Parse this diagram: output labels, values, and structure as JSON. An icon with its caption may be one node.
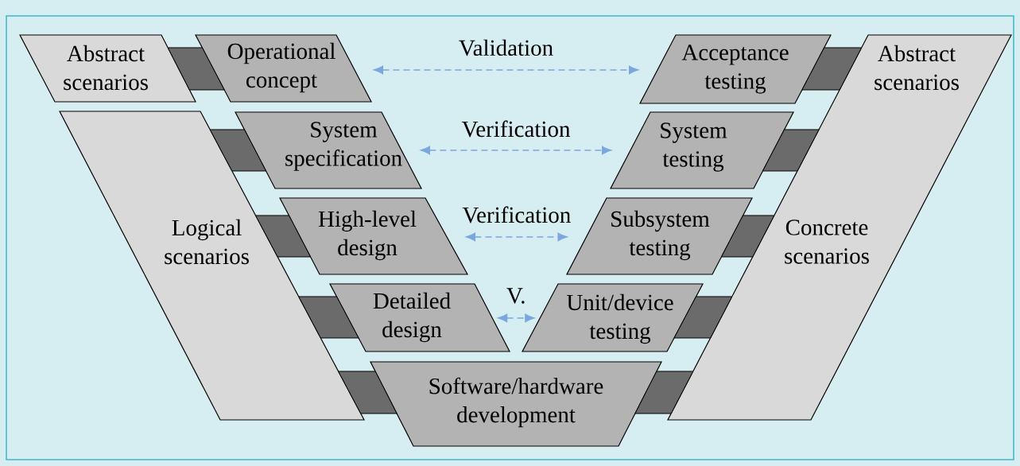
{
  "diagram": {
    "nodes": [
      {
        "text": [
          "Abstract scenarios"
        ]
      },
      {
        "text": [
          "Operational concept"
        ]
      },
      {
        "text": [
          "Acceptance testing"
        ]
      },
      {
        "text": [
          "Abstract scenarios",
          "Concrete scenarios"
        ]
      },
      {
        "text": [
          "Logical scenarios"
        ]
      },
      {
        "text": [
          "System specification"
        ]
      },
      {
        "text": [
          "System testing"
        ]
      },
      {
        "text": [
          "High-level design"
        ]
      },
      {
        "text": [
          "Subsystem testing"
        ]
      },
      {
        "text": [
          "Detailed design"
        ]
      },
      {
        "text": [
          "Unit/device testing"
        ]
      },
      {
        "text": [
          "Software/hardware development"
        ]
      }
    ],
    "edges": [
      {
        "from": 0,
        "to": 1,
        "arrow": "none"
      },
      {
        "from": 2,
        "to": 3,
        "arrow": "none"
      },
      {
        "from": 4,
        "to": 5,
        "arrow": "none"
      },
      {
        "from": 6,
        "to": 3,
        "arrow": "none"
      },
      {
        "from": 4,
        "to": 7,
        "arrow": "none"
      },
      {
        "from": 8,
        "to": 3,
        "arrow": "none"
      },
      {
        "from": 4,
        "to": 9,
        "arrow": "none"
      },
      {
        "from": 10,
        "to": 3,
        "arrow": "none"
      },
      {
        "from": 4,
        "to": 11,
        "arrow": "none"
      },
      {
        "from": 11,
        "to": 3,
        "arrow": "none"
      },
      {
        "from": 1,
        "to": 2,
        "arrow": "both",
        "label": "Validation",
        "style": "dashed",
        "color": "#7aa7e0"
      },
      {
        "from": 5,
        "to": 6,
        "arrow": "both",
        "label": "Verification",
        "style": "dashed",
        "color": "#7aa7e0"
      },
      {
        "from": 7,
        "to": 8,
        "arrow": "both",
        "label": "Verification",
        "style": "dashed",
        "color": "#7aa7e0"
      },
      {
        "from": 9,
        "to": 10,
        "arrow": "both",
        "label": "V.",
        "style": "dashed",
        "color": "#7aa7e0"
      }
    ]
  }
}
